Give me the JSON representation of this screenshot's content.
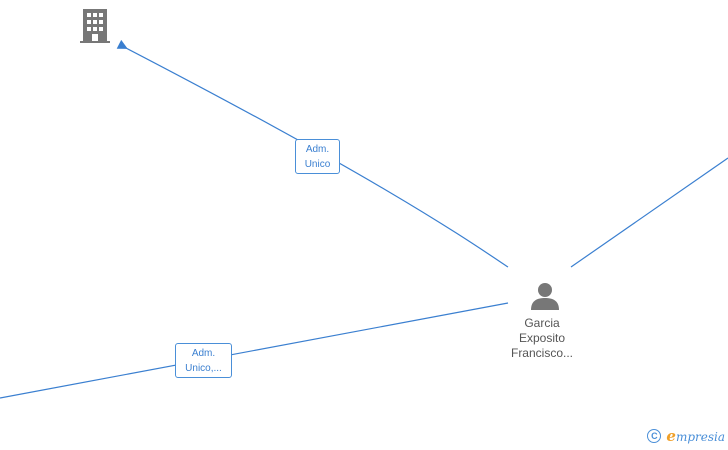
{
  "edges": [
    {
      "label_line1": "Adm.",
      "label_line2": "Unico"
    },
    {
      "label_line1": "Adm.",
      "label_line2": "Unico,..."
    }
  ],
  "nodes": {
    "person": {
      "line1": "Garcia",
      "line2": "Exposito",
      "line3": "Francisco..."
    }
  },
  "footer": {
    "copyright_symbol": "C",
    "brand_initial": "e",
    "brand_rest": "mpresia"
  },
  "colors": {
    "edge": "#3a7fd0",
    "icon": "#777777",
    "brand_accent": "#f0a028"
  }
}
